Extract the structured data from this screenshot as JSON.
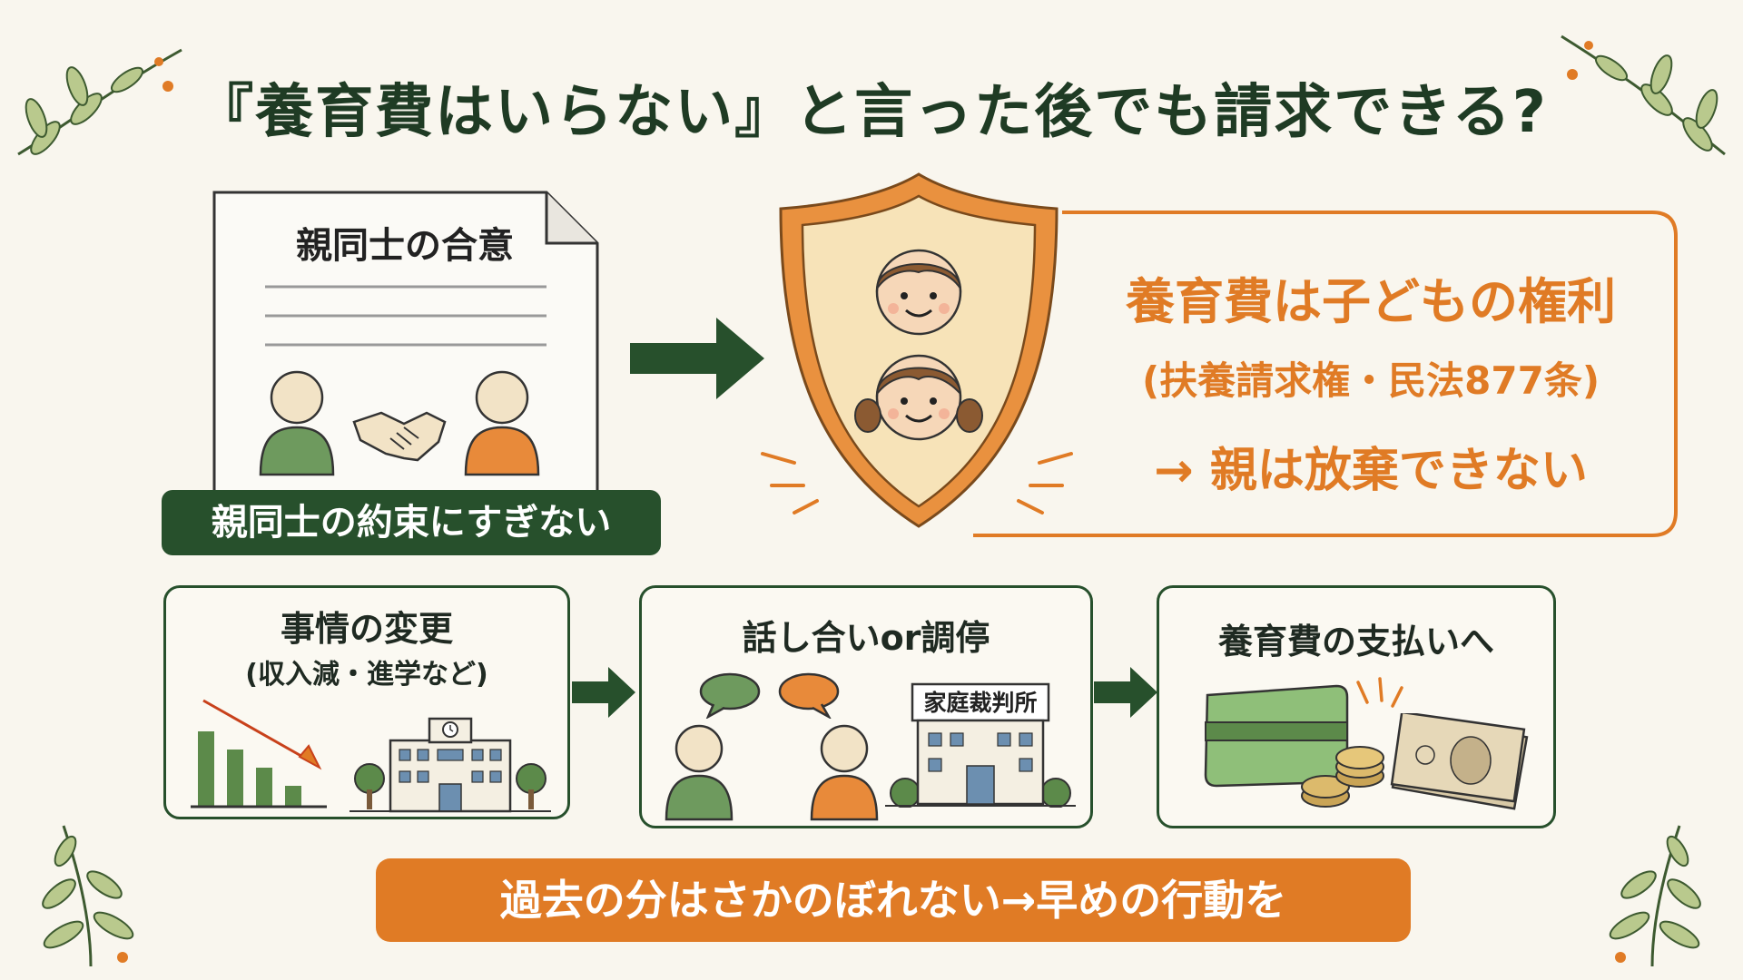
{
  "title": "『養育費はいらない』と言った後でも請求できる?",
  "left_panel": {
    "doc_title": "親同士の合意",
    "label": "親同士の約束にすぎない"
  },
  "callout": {
    "main": "養育費は子どもの権利",
    "sub": "(扶養請求権・民法877条)",
    "conclusion": "→ 親は放棄できない"
  },
  "steps": [
    {
      "title": "事情の変更",
      "sub": "(収入減・進学など)"
    },
    {
      "title": "話し合いor調停",
      "court_sign": "家庭裁判所"
    },
    {
      "title": "養育費の支払いへ"
    }
  ],
  "footer": "過去の分はさかのぼれない→早めの行動を",
  "colors": {
    "dark_green": "#27502c",
    "orange": "#e07b25",
    "light_green": "#6e9a5e",
    "background": "#f9f6ee",
    "shield_fill": "#f7e3b8"
  },
  "icons": [
    "leaf-sprig-icon",
    "document-icon",
    "handshake-icon",
    "shield-icon",
    "child-face-icon",
    "arrow-right-icon",
    "bar-chart-down-icon",
    "school-building-icon",
    "speech-bubble-icon",
    "courthouse-icon",
    "wallet-icon",
    "coins-icon",
    "banknote-icon"
  ]
}
